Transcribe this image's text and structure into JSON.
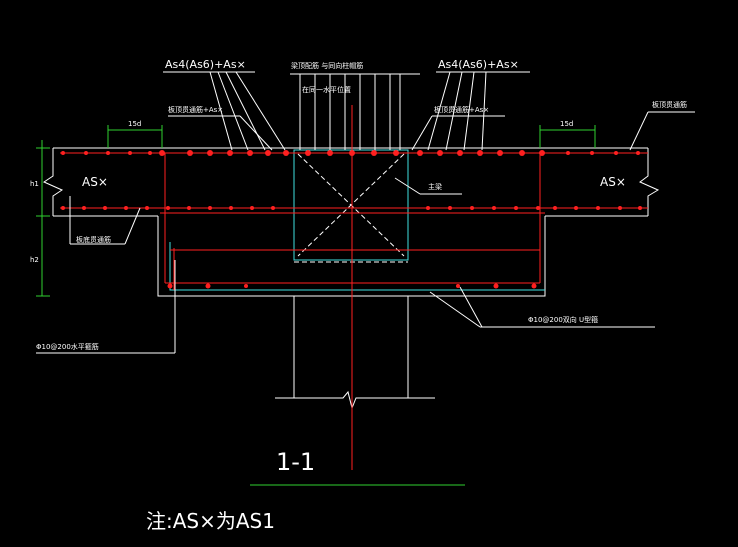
{
  "labels": {
    "top_left": "As4(As6)+As×",
    "top_center_1": "梁顶配筋 与同向柱帽筋",
    "top_center_2": "在同一水平位置",
    "top_right": "As4(As6)+As×",
    "slab_top_left": "板顶贯通筋+As×",
    "slab_top_right_label": "板顶贯通筋+As×",
    "slab_top_far_right": "板顶贯通筋",
    "lap_left": "15d",
    "lap_right": "15d",
    "asx_left": "AS×",
    "asx_right": "AS×",
    "main_beam": "主梁",
    "slab_bottom": "板底贯通筋",
    "horizontal_stirrup": "Φ10@200水平箍筋",
    "two_way_stirrup": "Φ10@200双向  U型箍",
    "dim_h1": "h1",
    "dim_h2": "h2",
    "section_title": "1-1",
    "note": "注:AS×为AS1"
  },
  "colors": {
    "rebar": "#ff2020",
    "concrete": "#ffffff",
    "hidden": "#40e0e0",
    "leader": "#ffffff",
    "dimension": "#2fd12f",
    "background": "#000000"
  }
}
